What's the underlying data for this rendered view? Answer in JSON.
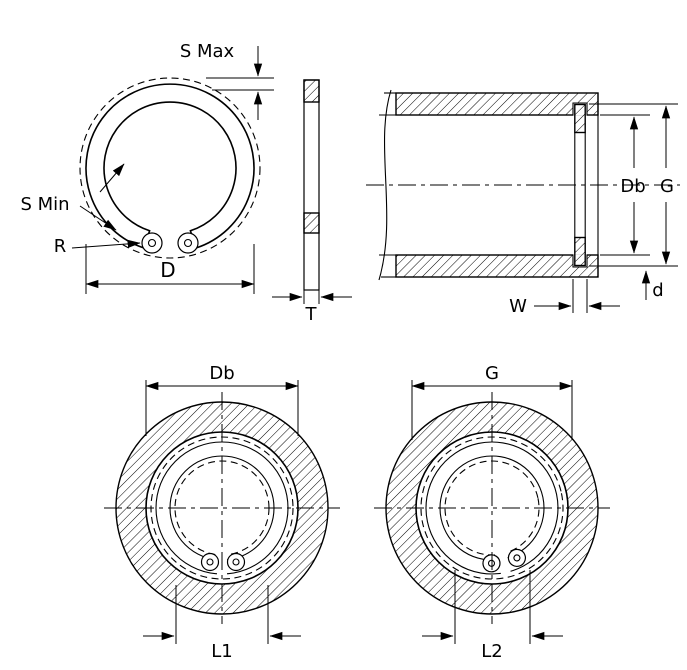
{
  "labels": {
    "front": {
      "s_max": "S Max",
      "s_min": "S Min",
      "r": "R",
      "d": "D"
    },
    "side": {
      "t": "T"
    },
    "section": {
      "db": "Db",
      "g": "G",
      "w": "W",
      "d": "d"
    },
    "bottom_left": {
      "db": "Db",
      "l1": "L1"
    },
    "bottom_right": {
      "g": "G",
      "l2": "L2"
    }
  },
  "colors": {
    "line": "#000000",
    "background": "#ffffff"
  }
}
